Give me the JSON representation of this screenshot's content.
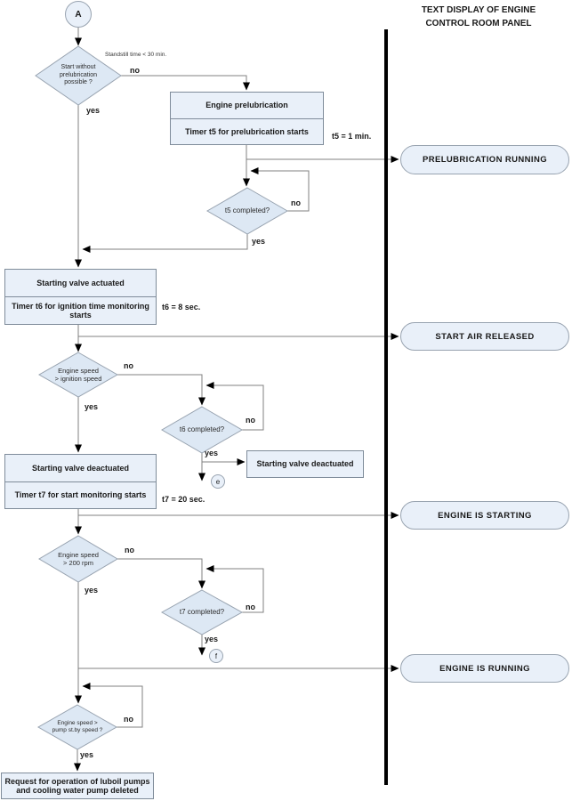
{
  "panel": {
    "title_line1": "TEXT DISPLAY OF ENGINE",
    "title_line2": "CONTROL ROOM PANEL",
    "messages": [
      "PRELUBRICATION RUNNING",
      "START AIR RELEASED",
      "ENGINE IS STARTING",
      "ENGINE IS RUNNING"
    ]
  },
  "connectors": {
    "entry": "A",
    "exit_e": "e",
    "exit_f": "f"
  },
  "decisions": {
    "start_without_prelub": "Start without\nprelubrication\npossible ?",
    "t5_completed": "t5 completed?",
    "engine_speed_ignition": "Engine speed\n> ignition speed",
    "t6_completed": "t6 completed?",
    "engine_speed_200": "Engine speed\n> 200 rpm",
    "t7_completed": "t7 completed?",
    "engine_speed_pump": "Engine speed >\npump st.by speed ?"
  },
  "processes": {
    "prelubrication": {
      "title": "Engine prelubrication",
      "subtitle": "Timer t5 for prelubrication starts"
    },
    "valve_actuated": {
      "title": "Starting valve actuated",
      "subtitle": "Timer t6 for ignition time monitoring starts"
    },
    "valve_deactuated": {
      "title": "Starting valve deactuated",
      "subtitle": "Timer t7 for start monitoring starts"
    },
    "valve_deactuated_side": {
      "title": "Starting valve deactuated"
    },
    "request_pumps": {
      "title": "Request for operation of luboil pumps and cooling water pump deleted"
    }
  },
  "edge_labels": {
    "yes": "yes",
    "no": "no",
    "standstill": "Standstill time < 30 min.",
    "t5": "t5 = 1 min.",
    "t6": "t6 = 8 sec.",
    "t7": "t7 = 20 sec."
  },
  "colors": {
    "shape_fill": "#e9f0f9",
    "diamond_fill": "#dde8f4",
    "shape_border": "#98a3b0",
    "line": "#808080",
    "arrow": "#000000",
    "bar": "#000000"
  }
}
